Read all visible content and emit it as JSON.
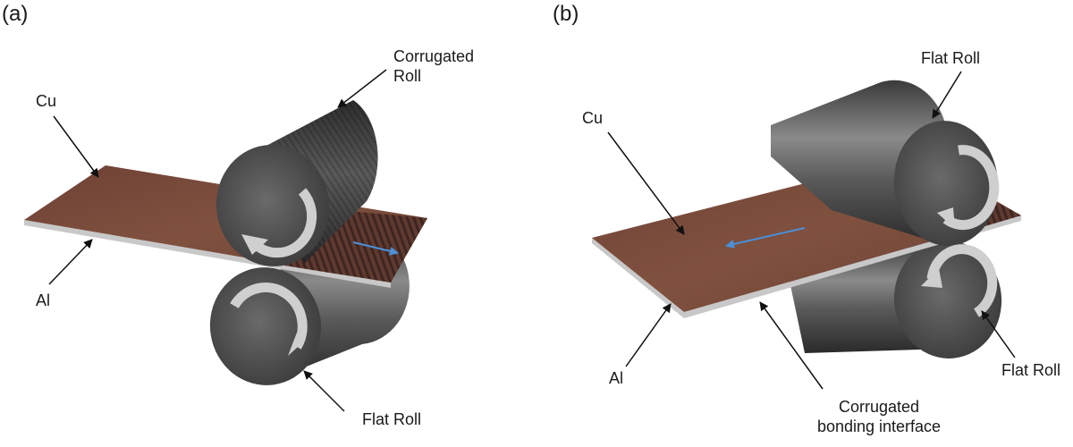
{
  "panels": [
    {
      "id": "a",
      "letter": "(a)",
      "labels": {
        "cu": "Cu",
        "al": "Al",
        "top_roll": "Corrugated\nRoll",
        "bottom_roll": "Flat Roll"
      }
    },
    {
      "id": "b",
      "letter": "(b)",
      "labels": {
        "cu": "Cu",
        "al": "Al",
        "top_roll": "Flat Roll",
        "bottom_roll": "Flat Roll",
        "interface": "Corrugated\nbonding interface"
      }
    }
  ],
  "colors": {
    "copper": "#7a4a3c",
    "aluminum": "#c8c8c8",
    "roll": "#4a4a4a",
    "rotation_arrow": "#cfcfcf",
    "direction_arrow": "#4a90d9"
  }
}
